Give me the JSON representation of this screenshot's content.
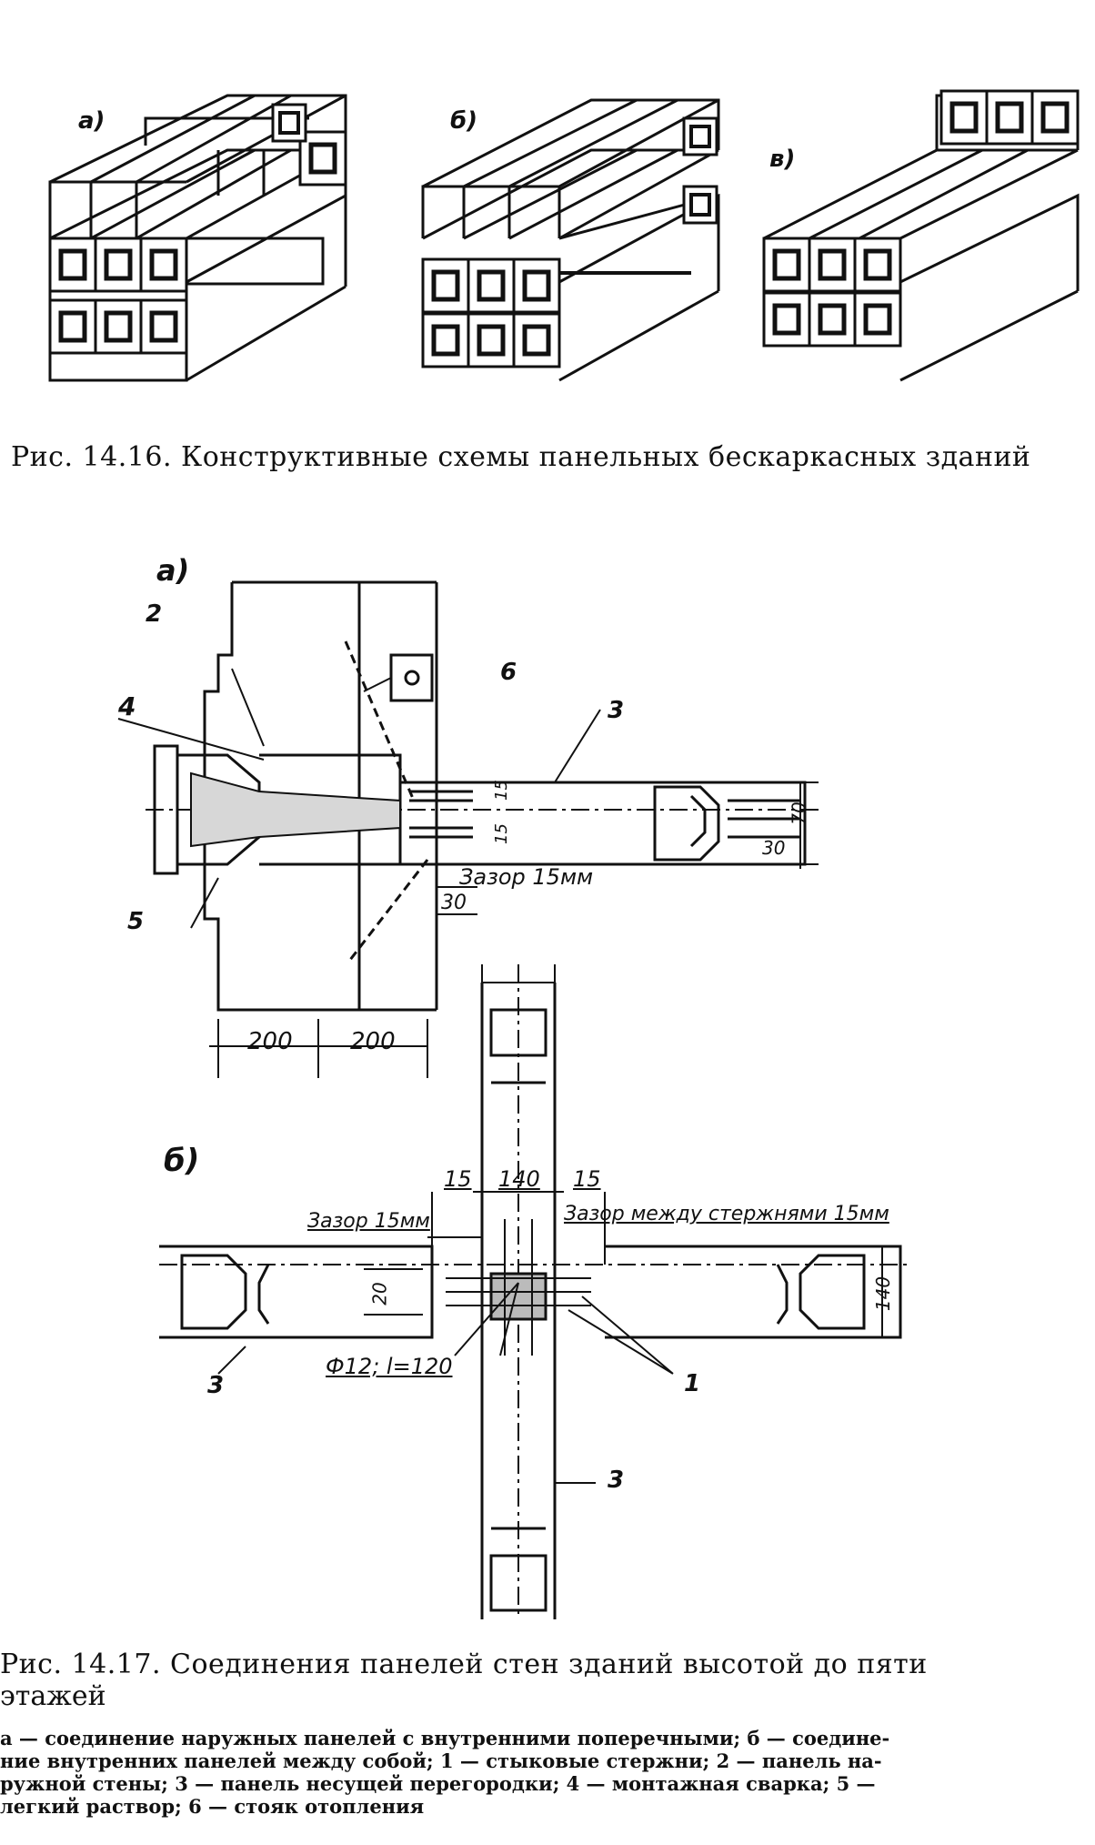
{
  "fig16": {
    "labels": {
      "a": "а)",
      "b": "б)",
      "c": "в)"
    },
    "caption": "Рис. 14.16. Конструктивные схемы панельных бескаркасных зданий"
  },
  "fig17": {
    "part_a": {
      "label": "а)",
      "callouts": {
        "n2": "2",
        "n3": "3",
        "n4": "4",
        "n5": "5",
        "n6": "6"
      },
      "dims": {
        "d15a": "15",
        "d15b": "15",
        "d70": "70",
        "d30": "30",
        "d30b": "30",
        "gap": "Зазор 15мм",
        "d200a": "200",
        "d200b": "200"
      }
    },
    "part_b": {
      "label": "б)",
      "callouts": {
        "n1": "1",
        "n3a": "3",
        "n3b": "3"
      },
      "dims": {
        "d15a": "15",
        "d140": "140",
        "d15b": "15",
        "gap": "Зазор 15мм",
        "gap_rods": "Зазор между стержнями 15мм",
        "d20": "20",
        "d140v": "140",
        "rod": "Ф12; l=120"
      }
    },
    "caption_title": "Рис. 14.17. Соединения панелей стен зданий высотой до пяти этажей",
    "caption_title_line1": "Рис. 14.17. Соединения панелей стен зданий высотой до пяти",
    "caption_title_line2": "этажей",
    "legend_lines": [
      "а — соединение наружных панелей с внутренними поперечными; б — соедине-",
      "ние внутренних панелей между собой; 1 — стыковые стержни; 2 — панель на-",
      "ружной стены; 3 — панель несущей перегородки; 4 — монтажная сварка; 5 —",
      "легкий раствор; 6 — стояк отопления"
    ]
  }
}
